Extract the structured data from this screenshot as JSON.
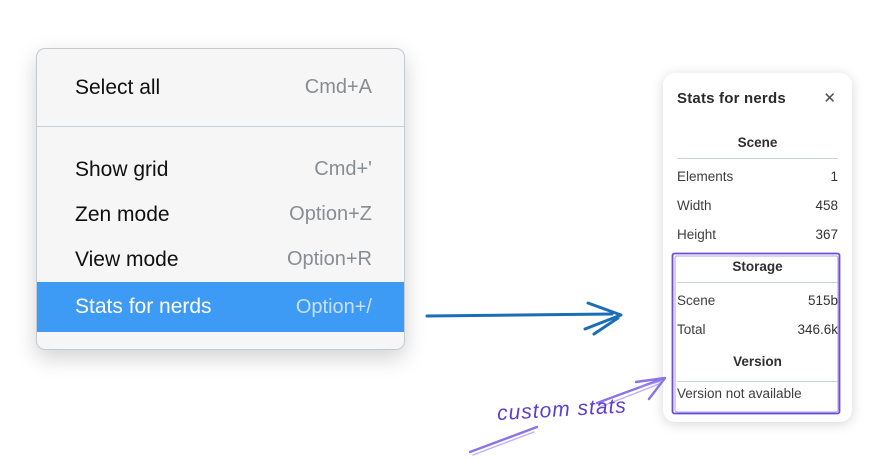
{
  "context_menu": {
    "items": [
      {
        "label": "Select all",
        "shortcut": "Cmd+A",
        "selected": false
      },
      {
        "label": "Show grid",
        "shortcut": "Cmd+'",
        "selected": false
      },
      {
        "label": "Zen mode",
        "shortcut": "Option+Z",
        "selected": false
      },
      {
        "label": "View mode",
        "shortcut": "Option+R",
        "selected": false
      },
      {
        "label": "Stats for nerds",
        "shortcut": "Option+/",
        "selected": true
      }
    ]
  },
  "stats_panel": {
    "title": "Stats for nerds",
    "close_icon": "✕",
    "scene": {
      "heading": "Scene",
      "rows": [
        {
          "label": "Elements",
          "value": "1"
        },
        {
          "label": "Width",
          "value": "458"
        },
        {
          "label": "Height",
          "value": "367"
        }
      ]
    },
    "storage": {
      "heading": "Storage",
      "rows": [
        {
          "label": "Scene",
          "value": "515b"
        },
        {
          "label": "Total",
          "value": "346.6k"
        }
      ]
    },
    "version": {
      "heading": "Version",
      "note": "Version not available"
    }
  },
  "annotations": {
    "custom_stats_label": "custom stats"
  },
  "colors": {
    "menu_highlight": "#3d9af5",
    "arrow_blue": "#1a6db6",
    "annotation_purple": "#6741d9",
    "annotation_purple_light": "#8a74e8"
  }
}
